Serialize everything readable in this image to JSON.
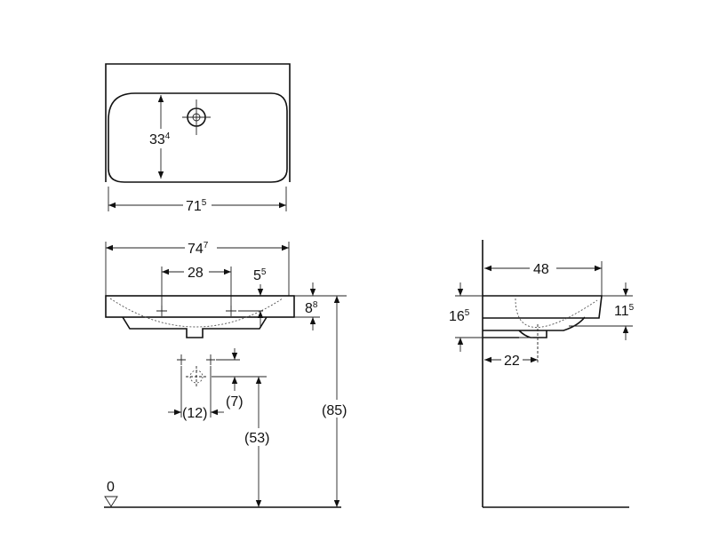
{
  "top_view": {
    "width": {
      "main": "71",
      "sup": "5"
    },
    "depth": {
      "main": "33",
      "sup": "4"
    }
  },
  "front_view": {
    "overall_width": {
      "main": "74",
      "sup": "7"
    },
    "fixing_distance": "28",
    "bowl_offset": {
      "main": "5",
      "sup": "5"
    },
    "rim_height": {
      "main": "8",
      "sup": "8"
    },
    "install_height": "(85)",
    "waste_height": "(53)",
    "waste_offset": "(7)",
    "tap_spacing": "(12)",
    "floor_level": "0"
  },
  "side_view": {
    "projection": "48",
    "total_height": {
      "main": "16",
      "sup": "5"
    },
    "bowl_height": {
      "main": "11",
      "sup": "5"
    },
    "waste_distance": "22"
  },
  "colors": {
    "line": "#111111",
    "background": "#ffffff"
  }
}
